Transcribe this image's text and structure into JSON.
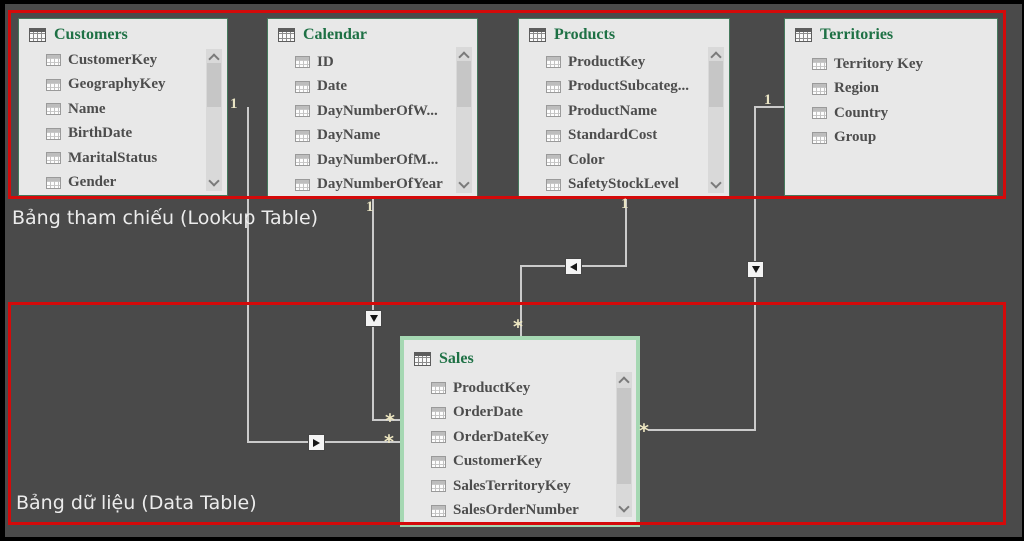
{
  "annotations": {
    "lookup_label": "Bảng tham chiếu (Lookup Table)",
    "data_label": "Bảng dữ liệu (Data Table)"
  },
  "colors": {
    "background": "#4a4a4a",
    "highlight_box_red": "#d40a0a",
    "table_background": "#e8e8e8",
    "table_border_green": "#45795c",
    "selected_table_border": "#a6d8b3",
    "table_title_green": "#1e7145",
    "field_text_gray": "#4d4d4d",
    "relationship_line": "#cbcbcb"
  },
  "tables": {
    "customers": {
      "title": "Customers",
      "fields": [
        "CustomerKey",
        "GeographyKey",
        "Name",
        "BirthDate",
        "MaritalStatus",
        "Gender"
      ]
    },
    "calendar": {
      "title": "Calendar",
      "fields": [
        "ID",
        "Date",
        "DayNumberOfW...",
        "DayName",
        "DayNumberOfM...",
        "DayNumberOfYear"
      ]
    },
    "products": {
      "title": "Products",
      "fields": [
        "ProductKey",
        "ProductSubcateg...",
        "ProductName",
        "StandardCost",
        "Color",
        "SafetyStockLevel"
      ]
    },
    "territories": {
      "title": "Territories",
      "fields": [
        "Territory Key",
        "Region",
        "Country",
        "Group"
      ]
    },
    "sales": {
      "title": "Sales",
      "fields": [
        "ProductKey",
        "OrderDate",
        "OrderDateKey",
        "CustomerKey",
        "SalesTerritoryKey",
        "SalesOrderNumber"
      ]
    }
  },
  "relationships": {
    "customers_sales": {
      "from": "Customers",
      "to": "Sales",
      "one_label": "1",
      "many_label": "*",
      "arrow": "right"
    },
    "calendar_sales": {
      "from": "Calendar",
      "to": "Sales",
      "one_label": "1",
      "many_label": "*",
      "arrow": "down"
    },
    "products_sales": {
      "from": "Products",
      "to": "Sales",
      "one_label": "1",
      "many_label": "*",
      "arrow": "left"
    },
    "territories_sales": {
      "from": "Territories",
      "to": "Sales",
      "one_label": "1",
      "many_label": "*",
      "arrow": "down"
    }
  }
}
